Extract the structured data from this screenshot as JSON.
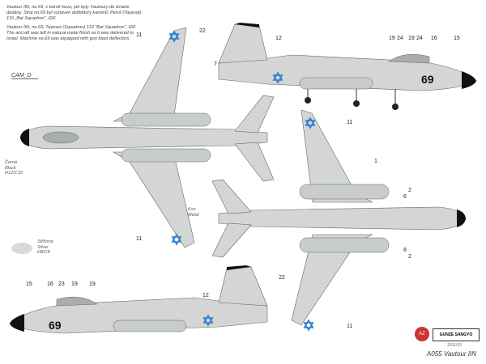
{
  "description": {
    "czech": "Vautour IIN, no.69, v barvě kovu, jak byly Vautoury do Izraele dodány. Stroj no.69 byl vybaven deflektory kanónů. Peruť (Tayeset) 119 „Bat Squadron\", IDF.",
    "english": "Vautour IIN, no.69, Tayeset (Squadron) 119 \"Bat Squadron\", IDF. The aircraft was left in natural metal finish as it was delivered to Israel. Machine no.69 was equipped with gun blast deflectors."
  },
  "cam_label": "CAM_D",
  "legend": {
    "black": [
      "Černá",
      "Black",
      "H12/C33"
    ],
    "metal": [
      "Kov",
      "Metal"
    ],
    "silver": [
      "Stříbrná",
      "Silver",
      "H8/C8"
    ]
  },
  "serial": "69",
  "callouts": {
    "top_view": [
      "11",
      "11"
    ],
    "side_top": [
      "22",
      "12",
      "7",
      "19",
      "24",
      "19",
      "24",
      "16",
      "15"
    ],
    "bottom_view": [
      "11",
      "1",
      "6",
      "2",
      "8",
      "2",
      "11"
    ],
    "side_bottom": [
      "15",
      "16",
      "23",
      "19",
      "19",
      "12",
      "22"
    ]
  },
  "footer": "A055 Vautour IIN",
  "year": "2011/10",
  "brands": [
    "AZ",
    "GUNZE SANGYO"
  ],
  "colors": {
    "metal": "#d4d6d6",
    "shade": "#a9adad",
    "star": "#2f7fd1",
    "black": "#111111",
    "silver": "#dadada"
  }
}
